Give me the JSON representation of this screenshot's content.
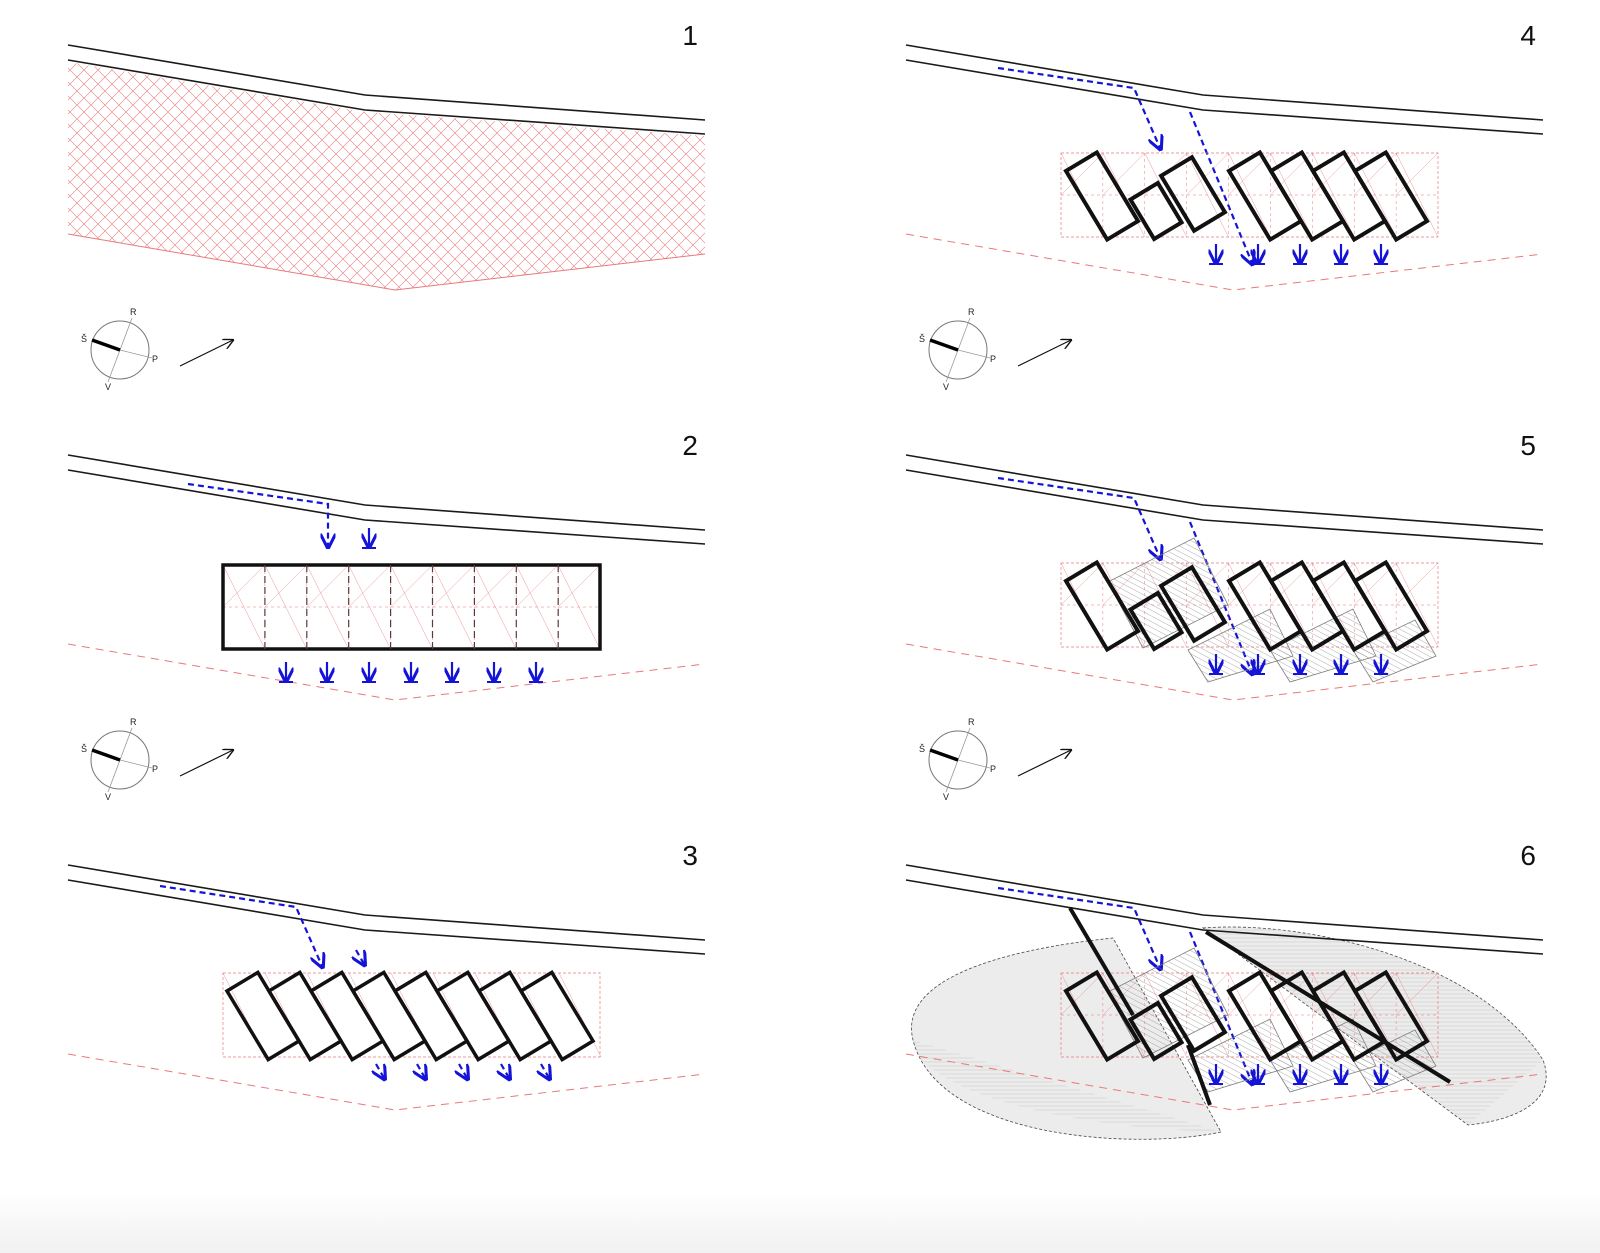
{
  "panels": [
    {
      "number": "1"
    },
    {
      "number": "2"
    },
    {
      "number": "3"
    },
    {
      "number": "4"
    },
    {
      "number": "5"
    },
    {
      "number": "6"
    }
  ],
  "compass": {
    "north": "R",
    "east": "P",
    "south": "V",
    "west": "Š"
  },
  "colors": {
    "road": "#1a1a1a",
    "site_hatch": "#e8797c",
    "boundary_dash": "#e8797c",
    "path_blue": "#1414d8",
    "building": "#111111",
    "shade_fill": "#ececec"
  }
}
